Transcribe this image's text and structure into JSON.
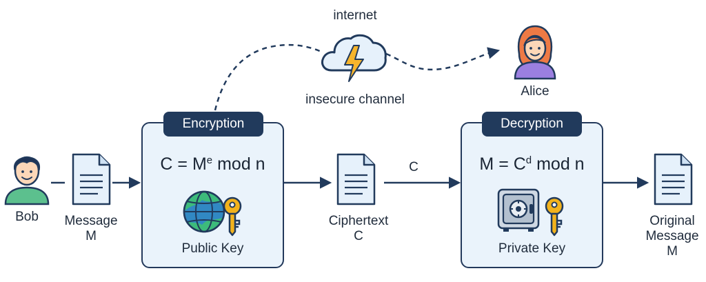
{
  "labels": {
    "internet": "internet",
    "insecure_channel": "insecure channel",
    "alice": "Alice",
    "bob": "Bob",
    "message": [
      "Message",
      "M"
    ],
    "ciphertext": [
      "Ciphertext",
      "C"
    ],
    "c_arrow": "C",
    "original": [
      "Original",
      "Message",
      "M"
    ]
  },
  "encryption": {
    "title": "Encryption",
    "formula_lhs": "C = M",
    "formula_exp": "e",
    "formula_rhs": " mod n",
    "key_label": "Public Key"
  },
  "decryption": {
    "title": "Decryption",
    "formula_lhs": "M = C",
    "formula_exp": "d",
    "formula_rhs": " mod n",
    "key_label": "Private Key"
  },
  "icons": [
    "person-icon",
    "document-icon",
    "cloud-icon",
    "lightning-icon",
    "globe-icon",
    "key-icon",
    "safe-icon"
  ],
  "colors": {
    "navy": "#213a5c",
    "box_fill": "#eaf3fb",
    "bob_shirt": "#5cc08e",
    "alice_shirt": "#9b7fe0",
    "globe_green": "#3dbb7b",
    "globe_blue": "#2f7fd0",
    "key_gold": "#f2b21c"
  }
}
